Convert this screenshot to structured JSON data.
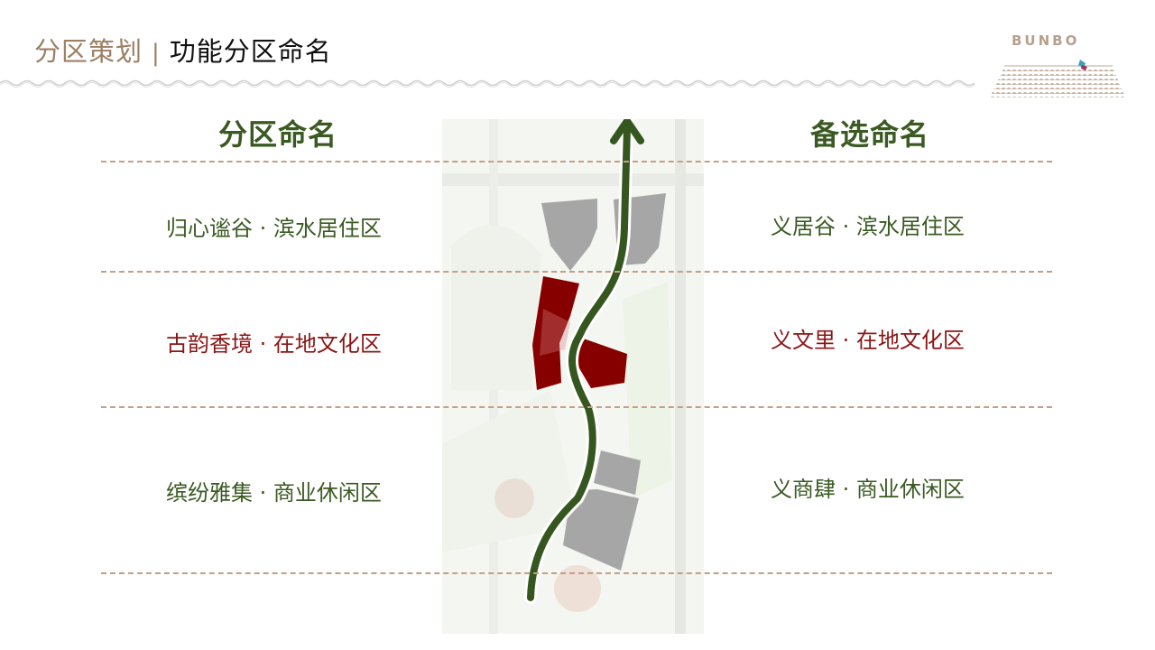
{
  "header": {
    "section": "分区策划",
    "separator": "|",
    "title": "功能分区命名"
  },
  "logo": {
    "text": "BUNBO"
  },
  "columns": {
    "left_heading": "分区命名",
    "right_heading": "备选命名"
  },
  "zones": [
    {
      "name": "归心谧谷 · 滨水居住区",
      "alt": "义居谷 · 滨水居住区",
      "color": "#3a5a22"
    },
    {
      "name": "古韵香境 · 在地文化区",
      "alt": "义文里 · 在地文化区",
      "color": "#8c1515"
    },
    {
      "name": "缤纷雅集 · 商业休闲区",
      "alt": "义商肆 · 商业休闲区",
      "color": "#3a5a22"
    }
  ],
  "colors": {
    "heading_green": "#3a5a22",
    "culture_red": "#8c1515",
    "divider": "#c69d85",
    "block_gray": "#a6a6a6",
    "arrow_green": "#35571f"
  }
}
